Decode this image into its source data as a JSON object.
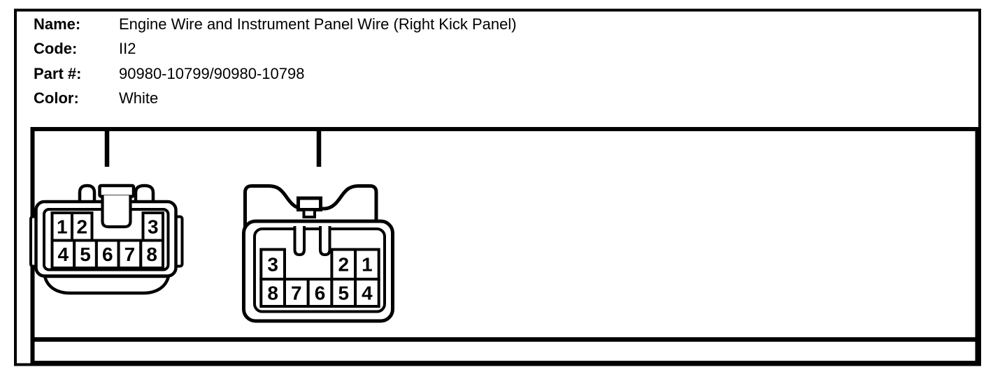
{
  "colors": {
    "ink": "#000000",
    "paper": "#ffffff"
  },
  "header": {
    "fields": [
      {
        "label": "Name:",
        "value": "Engine Wire and Instrument Panel Wire (Right Kick Panel)"
      },
      {
        "label": "Code:",
        "value": "II2"
      },
      {
        "label": "Part #:",
        "value": "90980-10799/90980-10798"
      },
      {
        "label": "Color:",
        "value": "White"
      }
    ]
  },
  "diagram": {
    "connectors": [
      {
        "id": "left-connector-8pin",
        "pins_top": [
          "1",
          "2",
          "3"
        ],
        "pins_bottom": [
          "4",
          "5",
          "6",
          "7",
          "8"
        ]
      },
      {
        "id": "right-connector-8pin",
        "pins_top": [
          "3",
          "2",
          "1"
        ],
        "pins_bottom": [
          "8",
          "7",
          "6",
          "5",
          "4"
        ]
      }
    ]
  }
}
